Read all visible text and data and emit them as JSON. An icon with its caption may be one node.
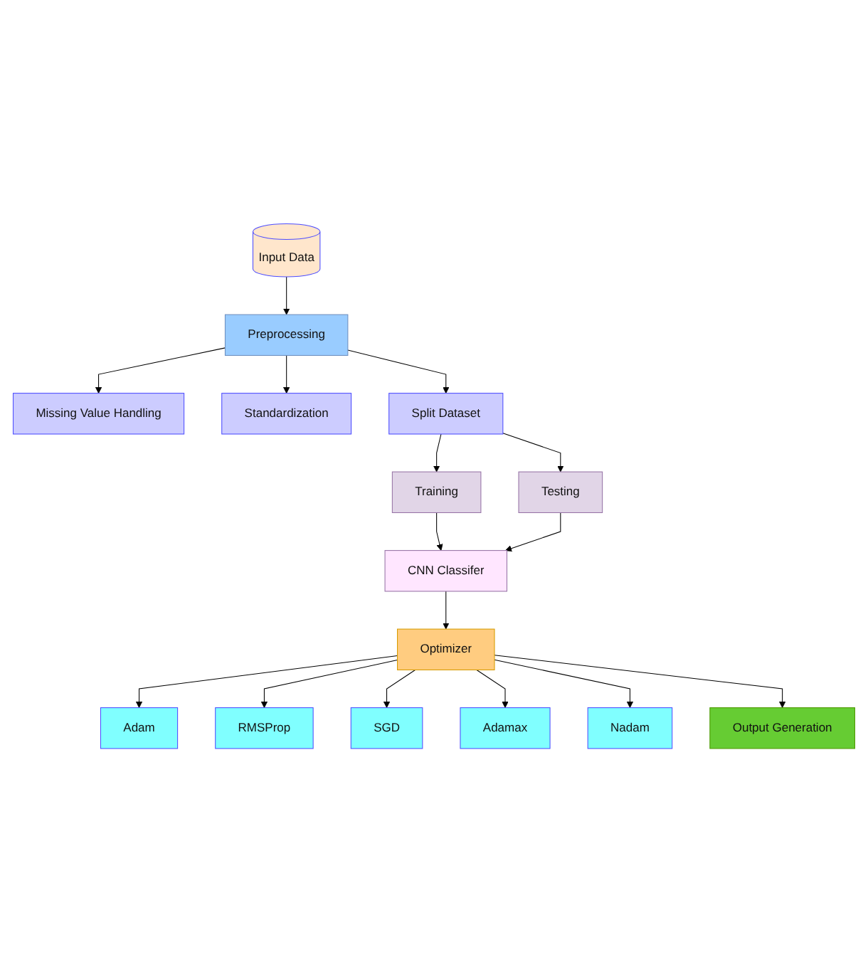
{
  "diagram": {
    "nodes": [
      {
        "text": [
          "Input Data"
        ]
      },
      {
        "text": [
          "Preprocessing"
        ]
      },
      {
        "text": [
          "Missing Value Handling"
        ]
      },
      {
        "text": [
          "Standardization"
        ]
      },
      {
        "text": [
          "Split Dataset"
        ]
      },
      {
        "text": [
          "Training"
        ]
      },
      {
        "text": [
          "Testing"
        ]
      },
      {
        "text": [
          "CNN Classifer"
        ]
      },
      {
        "text": [
          "Optimizer"
        ]
      },
      {
        "text": [
          "Adam"
        ]
      },
      {
        "text": [
          "RMSProp"
        ]
      },
      {
        "text": [
          "SGD"
        ]
      },
      {
        "text": [
          "Adamax"
        ]
      },
      {
        "text": [
          "Nadam"
        ]
      },
      {
        "text": [
          "Output Generation"
        ]
      }
    ],
    "edges": [
      {
        "from": 0,
        "to": 1,
        "arrow": "to"
      },
      {
        "from": 1,
        "to": 2,
        "arrow": "to"
      },
      {
        "from": 1,
        "to": 3,
        "arrow": "to"
      },
      {
        "from": 1,
        "to": 4,
        "arrow": "to"
      },
      {
        "from": 4,
        "to": 5,
        "arrow": "to"
      },
      {
        "from": 4,
        "to": 6,
        "arrow": "to"
      },
      {
        "from": 5,
        "to": 7,
        "arrow": "to"
      },
      {
        "from": 6,
        "to": 7,
        "arrow": "to"
      },
      {
        "from": 7,
        "to": 8,
        "arrow": "to"
      },
      {
        "from": 8,
        "to": 9,
        "arrow": "to"
      },
      {
        "from": 8,
        "to": 10,
        "arrow": "to"
      },
      {
        "from": 8,
        "to": 11,
        "arrow": "to"
      },
      {
        "from": 8,
        "to": 12,
        "arrow": "to"
      },
      {
        "from": 8,
        "to": 13,
        "arrow": "to"
      },
      {
        "from": 8,
        "to": 14,
        "arrow": "to"
      }
    ]
  }
}
